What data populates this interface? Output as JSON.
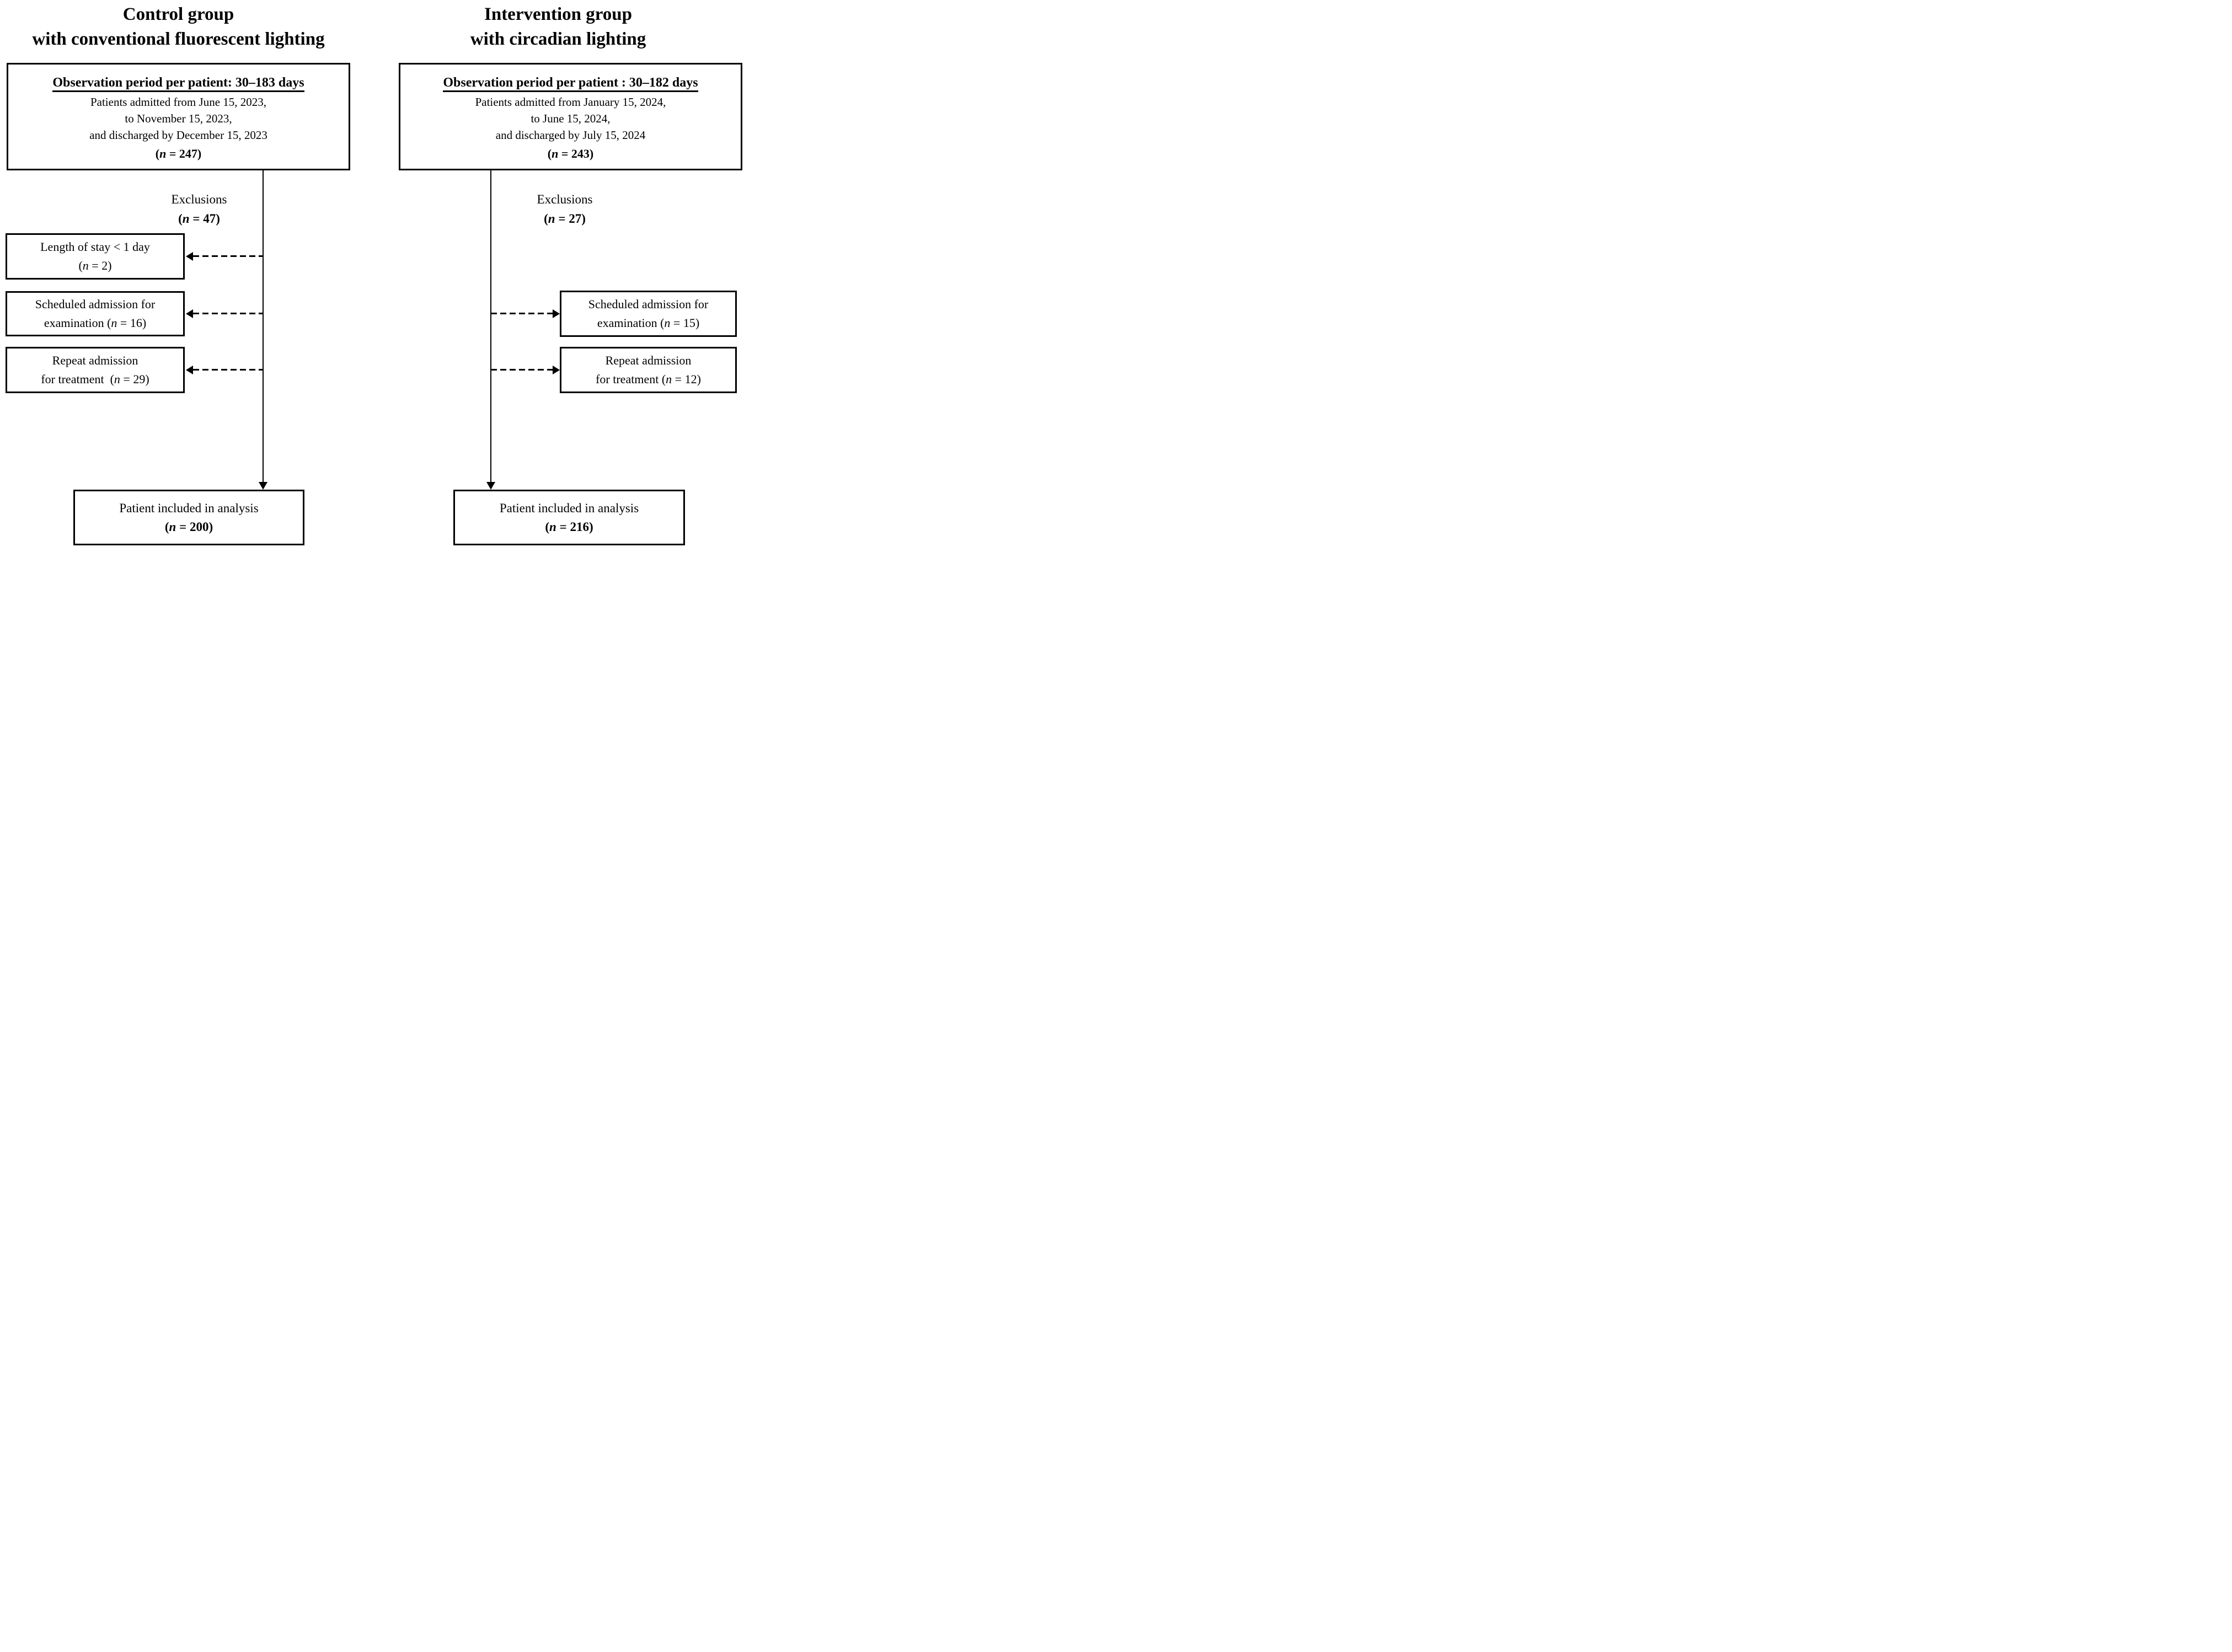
{
  "figure": {
    "background_color": "#ffffff",
    "line_color": "#000000"
  },
  "columns": [
    {
      "id": "control",
      "title": [
        "Control group",
        "with conventional fluorescent lighting"
      ],
      "top_box": {
        "heading": "Observation period per patient: 30–183 days",
        "body": [
          "Patients admitted from June 15, 2023,",
          "to November 15, 2023,",
          "and discharged by December 15, 2023"
        ],
        "n": "(*n* = 247)"
      },
      "exclusions_label": {
        "line1": "Exclusions",
        "line2": "(*n* = 47)"
      },
      "exclusion_boxes": [
        {
          "line1": "Length of stay < 1 day",
          "line2": "(*n* = 2)"
        },
        {
          "line1": "Scheduled admission for",
          "line2": "examination (*n* = 16)"
        },
        {
          "line1": "Repeat admission",
          "line2": "for treatment  (*n* = 29)"
        }
      ],
      "result_box": {
        "line1": "Patient included in analysis",
        "line2": "(*n* = 200)"
      }
    },
    {
      "id": "intervention",
      "title": [
        "Intervention group",
        "with circadian lighting"
      ],
      "top_box": {
        "heading": "Observation period per patient : 30–182 days",
        "body": [
          "Patients admitted from January 15, 2024,",
          "to June 15, 2024,",
          "and discharged by July 15, 2024"
        ],
        "n": "(*n* = 243)"
      },
      "exclusions_label": {
        "line1": "Exclusions",
        "line2": "(*n* = 27)"
      },
      "exclusion_boxes": [
        {
          "line1": "Scheduled admission for",
          "line2": "examination (*n* = 15)"
        },
        {
          "line1": "Repeat admission",
          "line2": "for treatment (*n* = 12)"
        }
      ],
      "result_box": {
        "line1": "Patient included in analysis",
        "line2": "(*n* = 216)"
      }
    }
  ]
}
